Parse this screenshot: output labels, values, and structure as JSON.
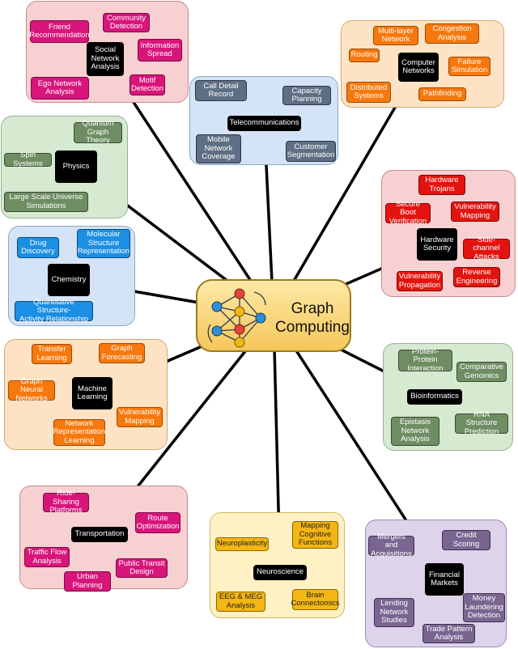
{
  "center": {
    "title": "Graph\nComputing"
  },
  "groups": [
    {
      "id": "social",
      "color": "red",
      "hub": "Social\nNetwork\nAnalysis",
      "hubClass": "hub",
      "leafClass": "c-mag",
      "leaves": [
        "Friend\nRecommendation",
        "Community\nDetection",
        "Information\nSpread",
        "Ego Network\nAnalysis",
        "Motif\nDetection"
      ]
    },
    {
      "id": "telecom",
      "color": "blue",
      "hub": "Telecommunications",
      "leafClass": "c-slate",
      "leaves": [
        "Call Detail\nRecord",
        "Capacity\nPlanning",
        "Mobile\nNetwork\nCoverage",
        "Customer\nSegmentation"
      ]
    },
    {
      "id": "computer",
      "color": "orange",
      "hub": "Computer\nNetworks",
      "leafClass": "c-orange",
      "leaves": [
        "Multi-layer\nNetwork",
        "Congestion\nAnalysis",
        "Routing",
        "Failure\nSimulation",
        "Distributed\nSystems",
        "Pathfinding"
      ]
    },
    {
      "id": "physics",
      "color": "green",
      "hub": "Physics",
      "leafClass": "c-sage",
      "leaves": [
        "Quantum\nGraph Theory",
        "Spin Systems",
        "Large Scale Universe\nSimulations"
      ]
    },
    {
      "id": "hardware",
      "color": "red",
      "hub": "Hardware\nSecurity",
      "leafClass": "c-red",
      "leaves": [
        "Hardware\nTrojans",
        "Secure Boot\nVerification",
        "Vulnerability\nMapping",
        "Side-channel\nAttacks",
        "Vulnerability\nPropagation",
        "Reverse\nEngineering"
      ]
    },
    {
      "id": "chemistry",
      "color": "blue",
      "hub": "Chemistry",
      "leafClass": "c-blue",
      "leaves": [
        "Drug\nDiscovery",
        "Molecular\nStructure\nRepresentation",
        "Quantitative Structure-\nActivity Relationship"
      ]
    },
    {
      "id": "ml",
      "color": "orange",
      "hub": "Machine\nLearning",
      "leafClass": "c-orange",
      "leaves": [
        "Transfer\nLearning",
        "Graph\nForecasting",
        "Graph Neural\nNetworks",
        "Vulnerability\nMapping",
        "Network\nRepresentation\nLearning"
      ]
    },
    {
      "id": "bio",
      "color": "green",
      "hub": "Bioinformatics",
      "leafClass": "c-sage",
      "leaves": [
        "Protein-Protein\nInteraction",
        "Comparative\nGenomics",
        "Epistasis\nNetwork\nAnalysis",
        "RNA Structure\nPrediction"
      ]
    },
    {
      "id": "transport",
      "color": "red",
      "hub": "Transportation",
      "leafClass": "c-mag",
      "leaves": [
        "Ride-Sharing\nPlatforms",
        "Route\nOptimization",
        "Traffic Flow\nAnalysis",
        "Public Transit\nDesign",
        "Urban\nPlanning"
      ]
    },
    {
      "id": "neuro",
      "color": "yellow",
      "hub": "Neuroscience",
      "leafClass": "c-gold",
      "leaves": [
        "Mapping\nCognitive\nFunctions",
        "Neuroplasticity",
        "EEG & MEG\nAnalysis",
        "Brain\nConnectomics"
      ]
    },
    {
      "id": "finance",
      "color": "purple",
      "hub": "Financial\nMarkets",
      "leafClass": "c-purple",
      "leaves": [
        "Mergers and\nAcquisitions",
        "Credit\nScoring",
        "Lending\nNetwork\nStudies",
        "Money\nLaundering\nDetection",
        "Trade Pattern\nAnalysis"
      ]
    }
  ]
}
